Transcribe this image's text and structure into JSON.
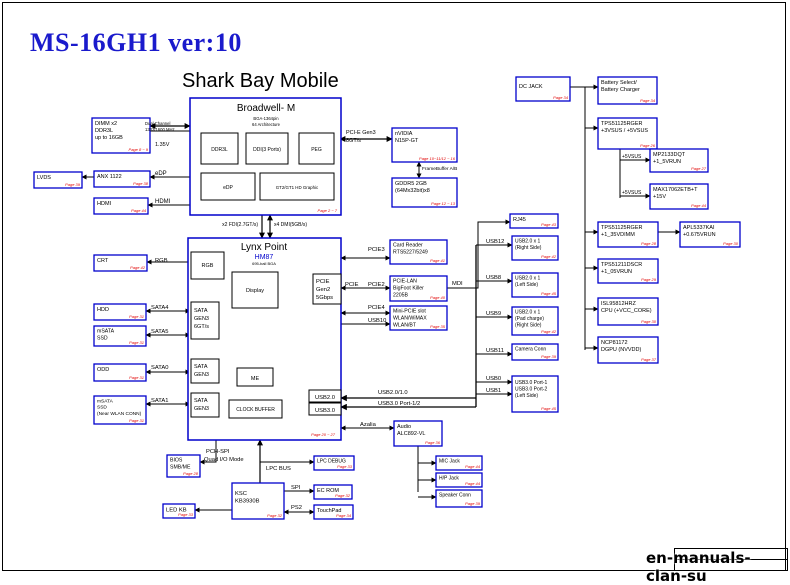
{
  "title": "MS-16GH1 ver:10",
  "subtitle": "Shark Bay Mobile",
  "watermark": "en-manuals-clan-su",
  "colors": {
    "box": "#0000cc",
    "line": "#000000",
    "page": "#e00000",
    "title": "#1a1acc",
    "fill": "#ffffff"
  },
  "cpu": {
    "name": "Broadwell- M",
    "sub": [
      "BGA-1364pin",
      "64 Architecture"
    ],
    "page": "Page 2 ~ 7",
    "blocks": [
      "DDR3L",
      "DDI(3 Ports)",
      "PEG",
      "eDP",
      "GT2/GT1 HD Graphic"
    ]
  },
  "pch": {
    "name": "Lynx Point",
    "model": "HM87",
    "sub": "695-ball BGA",
    "page": "Page 20 ~ 27",
    "blocks": [
      "RGB",
      "Display",
      "ME",
      "CLOCK BUFFER"
    ],
    "pcie_block": [
      "PCIE",
      "Gen2",
      "5Gbps"
    ],
    "sata_blocks": [
      [
        "SATA",
        "GEN3",
        "6GT/s"
      ],
      [
        "SATA",
        "GEN3"
      ],
      [
        "SATA",
        "GEN3"
      ]
    ],
    "usb20": "USB2.0",
    "usb30": "USB3.0"
  },
  "boxes": {
    "dimm": {
      "lines": [
        "DIMM x2",
        "DDR3L",
        "up to 16GB"
      ],
      "page": "Page 8 ~ 9"
    },
    "lvds": {
      "lines": [
        "LVDS"
      ],
      "page": "Page 39"
    },
    "anx": {
      "lines": [
        "ANX 1122"
      ],
      "page": "Page 38"
    },
    "hdmi": {
      "lines": [
        "HDMI"
      ],
      "page": "Page 44"
    },
    "nvidia": {
      "lines": [
        "nVIDIA",
        "N15P-GT"
      ],
      "page": "Page 10~11/12 ~ 16"
    },
    "gddr5": {
      "lines": [
        "GDDR5 2GB",
        "(64Mx32bit)x8"
      ],
      "page": "Page 12 ~ 13"
    },
    "crt": {
      "lines": [
        "CRT"
      ],
      "page": "Page 42"
    },
    "hdd": {
      "lines": [
        "HDD"
      ],
      "page": "Page 31"
    },
    "msata": {
      "lines": [
        "mSATA",
        "SSD"
      ],
      "page": "Page 31"
    },
    "odd": {
      "lines": [
        "ODD"
      ],
      "page": "Page 31"
    },
    "msata2": {
      "lines": [
        "mSATA",
        "SSD",
        "(Near WLAN CONN)"
      ],
      "page": "Page 31"
    },
    "bios": {
      "lines": [
        "BIOS",
        "SMB/ME"
      ],
      "page": "Page 28"
    },
    "ksc": {
      "lines": [
        "KSC",
        "KB3930B"
      ],
      "page": "Page 32"
    },
    "ledkb": {
      "lines": [
        "LED KB"
      ],
      "page": "Page 33"
    },
    "lpcdebug": {
      "lines": [
        "LPC DEBUG"
      ],
      "page": "Page 33"
    },
    "ecrom": {
      "lines": [
        "EC ROM"
      ],
      "page": "Page 32"
    },
    "touchpad": {
      "lines": [
        "TouchPad"
      ],
      "page": "Page 34"
    },
    "cardreader": {
      "lines": [
        "Card Reader",
        "RTS5227/5249"
      ],
      "page": "Page 41"
    },
    "lan": {
      "lines": [
        "PCIE-LAN",
        "BigFoot Killer",
        "2205B"
      ],
      "page": "Page 40"
    },
    "wlan": {
      "lines": [
        "Mini-PCIE slot",
        "WLAN/WiMAX",
        "WLAN/BT"
      ],
      "page": "Page 35"
    },
    "rj45": {
      "lines": [
        "RJ45"
      ],
      "page": "Page 43"
    },
    "usb2a": {
      "lines": [
        "USB2.0 x 1",
        "(Right Side)"
      ],
      "page": "Page 42"
    },
    "usb2b": {
      "lines": [
        "USB2.0 x 1",
        "(Left Side)"
      ],
      "page": "Page 45"
    },
    "usb2c": {
      "lines": [
        "USB2.0 x 1",
        "(Pad charge)",
        "(Right Side)"
      ],
      "page": "Page 42"
    },
    "camera": {
      "lines": [
        "Camera Conn"
      ],
      "page": "Page 39"
    },
    "usb30box": {
      "lines": [
        "USB3.0 Port-1",
        "USB3.0 Port-2",
        "(Left Side)"
      ],
      "page": "Page 45"
    },
    "audio": {
      "lines": [
        "Audio",
        "ALC892-VL"
      ],
      "page": "Page 36"
    },
    "micjack": {
      "lines": [
        "MIC Jack"
      ],
      "page": "Page 44"
    },
    "hpjack": {
      "lines": [
        "H/P Jack"
      ],
      "page": "Page 44"
    },
    "speaker": {
      "lines": [
        "Speaker Conn"
      ],
      "page": "Page 39"
    },
    "dcjack": {
      "lines": [
        "DC JACK"
      ],
      "page": "Page 34"
    },
    "battery": {
      "lines": [
        "Battery Select/",
        "Battery Charger"
      ],
      "page": "Page 34"
    },
    "tps1": {
      "lines": [
        "TPS51125RGER",
        "+3VSUS / +5VSUS"
      ],
      "page": "Page 26"
    },
    "mp2": {
      "lines": [
        "MP2133DQT",
        "+1_5VRUN"
      ],
      "page": "Page 27"
    },
    "max": {
      "lines": [
        "MAX17062ETB+T",
        "+15V"
      ],
      "page": "Page 44"
    },
    "tps2": {
      "lines": [
        "TPS51125RGER",
        "+1_35VDIMM"
      ],
      "page": "Page 28"
    },
    "apl": {
      "lines": [
        "APL5337KAI",
        "+0.675VRUN"
      ],
      "page": "Page 30"
    },
    "tps3": {
      "lines": [
        "TPS51211DSCR",
        "+1_05VRUN"
      ],
      "page": "Page 29"
    },
    "isl": {
      "lines": [
        "ISL95812HRZ",
        "CPU (+VCC_CORE)"
      ],
      "page": "Page 30"
    },
    "ncp": {
      "lines": [
        "NCP81172",
        "DGPU (NVVDD)"
      ],
      "page": "Page 37"
    }
  },
  "labels": {
    "dual_channel": [
      "Dual Channel",
      "1333/1600 MHz"
    ],
    "v135": "1.35V",
    "edp": "eDP",
    "hdmi": "HDMI",
    "pcie_gen3": [
      "PCI-E Gen3",
      "8GT/s"
    ],
    "framebuffer": "FrameBuffer A/B",
    "fdi": "x2 FDI(2.7GT/s)",
    "dmi": "x4 DMI(5GB/s)",
    "rgb": "RGB",
    "sata4": "SATA4",
    "sata5": "SATA5",
    "sata0": "SATA0",
    "sata1": "SATA1",
    "pcie3": "PCIE3",
    "pcie": "PCIE",
    "pcie2": "PCIE2",
    "pcie4": "PCIE4",
    "usb10": "USB10",
    "mdi": "MDI",
    "usb12": "USB12",
    "usb8": "USB8",
    "usb9": "USB9",
    "usb11": "USB11",
    "usb0": "USB0",
    "usb1": "USB1",
    "usb20_10": "USB2.0/1.0",
    "usb30_12": "USB3.0 Port-1/2",
    "azalia": "Azalia",
    "pchspi": [
      "PCH-SPI",
      "Quad I/O Mode"
    ],
    "lpcbus": "LPC BUS",
    "spi": "SPI",
    "ps2": "PS2",
    "v5vsus1": "+5VSUS",
    "v5vsus2": "+5VSUS"
  }
}
